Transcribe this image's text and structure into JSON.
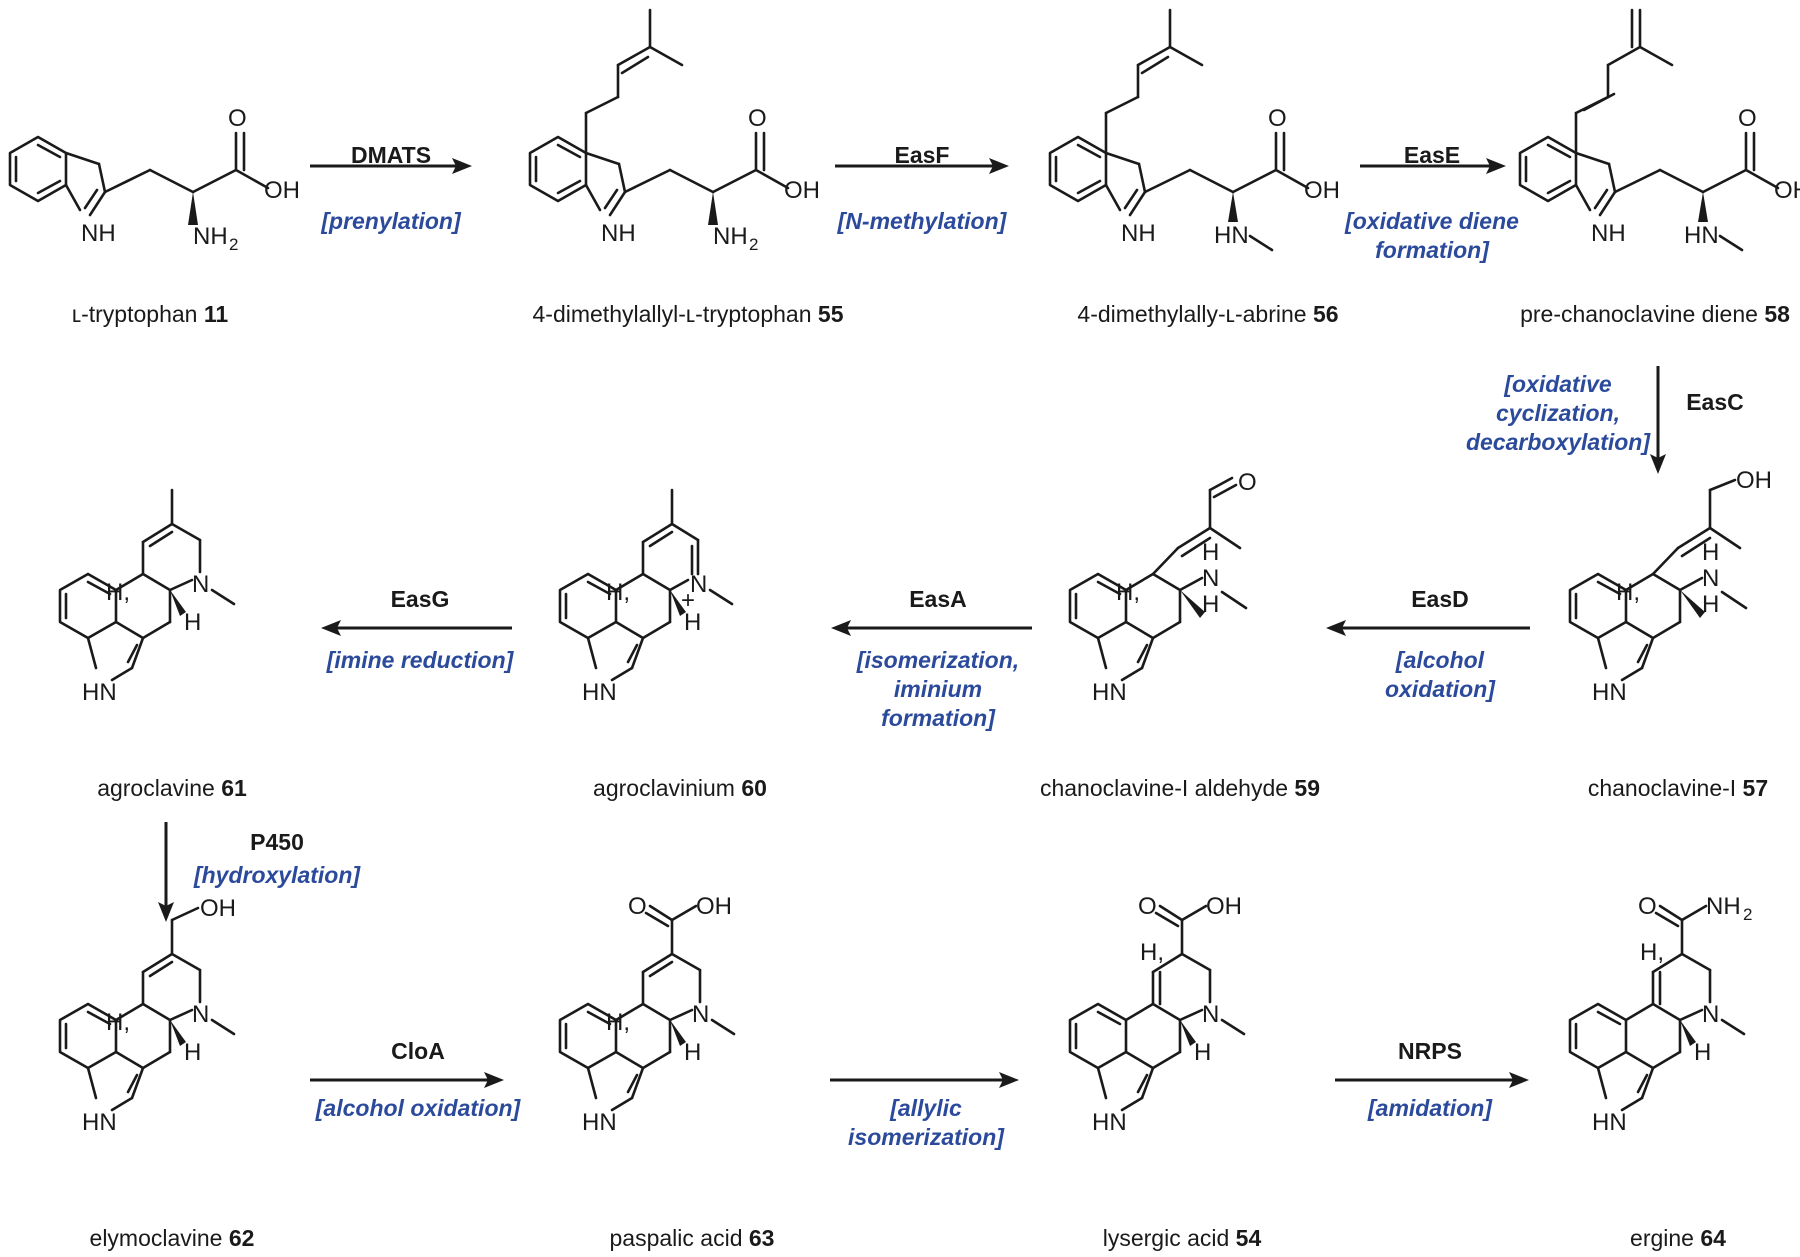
{
  "compounds": [
    {
      "key": "c11",
      "name": "ʟ-tryptophan",
      "number": "11"
    },
    {
      "key": "c55",
      "name": "4-dimethylallyl-ʟ-tryptophan",
      "number": "55"
    },
    {
      "key": "c56",
      "name": "4-dimethylally-ʟ-abrine",
      "number": "56"
    },
    {
      "key": "c58",
      "name": "pre-chanoclavine diene",
      "number": "58"
    },
    {
      "key": "c57",
      "name": "chanoclavine-I",
      "number": "57"
    },
    {
      "key": "c59",
      "name": "chanoclavine-I aldehyde",
      "number": "59"
    },
    {
      "key": "c60",
      "name": "agroclavinium",
      "number": "60"
    },
    {
      "key": "c61",
      "name": "agroclavine",
      "number": "61"
    },
    {
      "key": "c62",
      "name": "elymoclavine",
      "number": "62"
    },
    {
      "key": "c63",
      "name": "paspalic acid",
      "number": "63"
    },
    {
      "key": "c54",
      "name": "lysergic acid",
      "number": "54"
    },
    {
      "key": "c64",
      "name": "ergine",
      "number": "64"
    }
  ],
  "steps": [
    {
      "enzyme": "DMATS",
      "reaction": [
        "[prenylation]"
      ]
    },
    {
      "enzyme": "EasF",
      "reaction": [
        "[N-methylation]"
      ]
    },
    {
      "enzyme": "EasE",
      "reaction": [
        "[oxidative diene",
        "formation]"
      ]
    },
    {
      "enzyme": "EasC",
      "reaction": [
        "[oxidative",
        "cyclization,",
        "decarboxylation]"
      ]
    },
    {
      "enzyme": "EasD",
      "reaction": [
        "[alcohol",
        "oxidation]"
      ]
    },
    {
      "enzyme": "EasA",
      "reaction": [
        "[isomerization,",
        "iminium",
        "formation]"
      ]
    },
    {
      "enzyme": "EasG",
      "reaction": [
        "[imine reduction]"
      ]
    },
    {
      "enzyme": "P450",
      "reaction": [
        "[hydroxylation]"
      ]
    },
    {
      "enzyme": "CloA",
      "reaction": [
        "[alcohol oxidation]"
      ]
    },
    {
      "enzyme": "",
      "reaction": [
        "[allylic",
        "isomerization]"
      ]
    },
    {
      "enzyme": "NRPS",
      "reaction": [
        "[amidation]"
      ]
    }
  ],
  "atoms": {
    "OH": "OH",
    "O": "O",
    "NH": "NH",
    "NH2": "NH",
    "H": "H",
    "N": "N",
    "HN": "HN",
    "H_comma": "H,",
    "plus": "+",
    "sub2": "2"
  }
}
